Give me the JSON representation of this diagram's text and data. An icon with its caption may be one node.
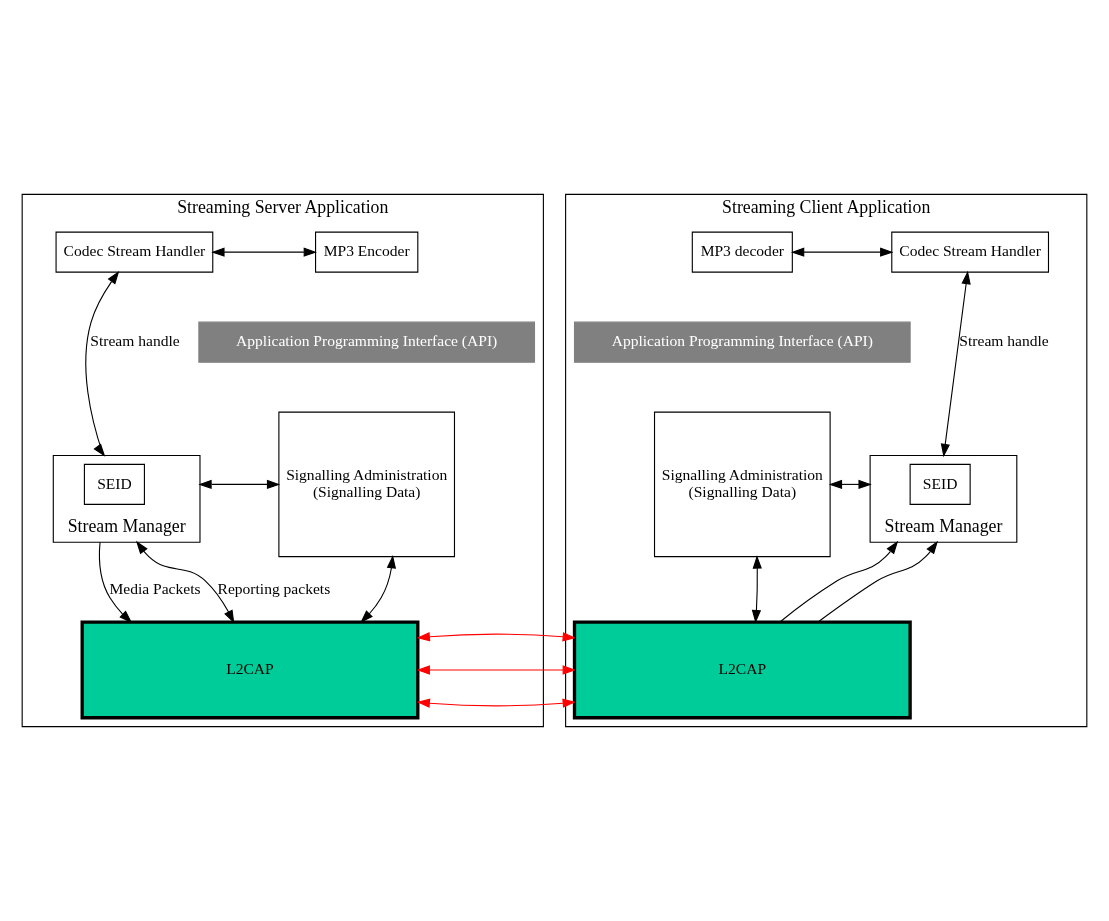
{
  "diagram": {
    "nodes": [
      {
        "text": [
          "Streaming Server Application"
        ]
      },
      {
        "text": [
          "MP3 Encoder"
        ],
        "in": 0
      },
      {
        "text": [
          "Codec Stream Handler"
        ],
        "in": 0
      },
      {
        "text": [
          "Application Programming Interface (API)"
        ],
        "in": 0
      },
      {
        "text": [
          "Signalling Administration",
          "(Signalling Data)"
        ],
        "in": 0
      },
      {
        "text": [
          "Stream Manager"
        ],
        "in": 0
      },
      {
        "text": [
          "SEID"
        ],
        "in": 5
      },
      {
        "text": [
          "L2CAP"
        ],
        "in": 0
      },
      {
        "text": [
          "Streaming Client Application"
        ]
      },
      {
        "text": [
          "Codec Stream Handler"
        ],
        "in": 8
      },
      {
        "text": [
          "MP3 decoder"
        ],
        "in": 8
      },
      {
        "text": [
          "Application Programming Interface (API)"
        ],
        "in": 8
      },
      {
        "text": [
          "Stream Manager"
        ],
        "in": 8
      },
      {
        "text": [
          "SEID"
        ],
        "in": 12
      },
      {
        "text": [
          "Signalling Administration",
          "(Signalling Data)"
        ],
        "in": 8
      },
      {
        "text": [
          "L2CAP"
        ],
        "in": 8
      }
    ],
    "edges": [
      {
        "from": 1,
        "to": 2,
        "arrow": "both"
      },
      {
        "from": 2,
        "to": 5,
        "arrow": "both",
        "label": "Stream handle"
      },
      {
        "from": 4,
        "to": 5,
        "arrow": "both"
      },
      {
        "from": 5,
        "to": 7,
        "arrow": "to",
        "label": "Media Packets"
      },
      {
        "from": 5,
        "to": 7,
        "arrow": "both",
        "label": "Reporting packets"
      },
      {
        "from": 4,
        "to": 7,
        "arrow": "both"
      },
      {
        "from": 9,
        "to": 10,
        "arrow": "both"
      },
      {
        "from": 9,
        "to": 12,
        "arrow": "both",
        "label": "Stream handle"
      },
      {
        "from": 12,
        "to": 14,
        "arrow": "both"
      },
      {
        "from": 15,
        "to": 12,
        "arrow": "to"
      },
      {
        "from": 15,
        "to": 12,
        "arrow": "to"
      },
      {
        "from": 14,
        "to": 15,
        "arrow": "both"
      },
      {
        "from": 7,
        "to": 15,
        "arrow": "both",
        "color": "#ff0000"
      },
      {
        "from": 7,
        "to": 15,
        "arrow": "both",
        "color": "#ff0000"
      },
      {
        "from": 7,
        "to": 15,
        "arrow": "both",
        "color": "#ff0000"
      }
    ]
  }
}
